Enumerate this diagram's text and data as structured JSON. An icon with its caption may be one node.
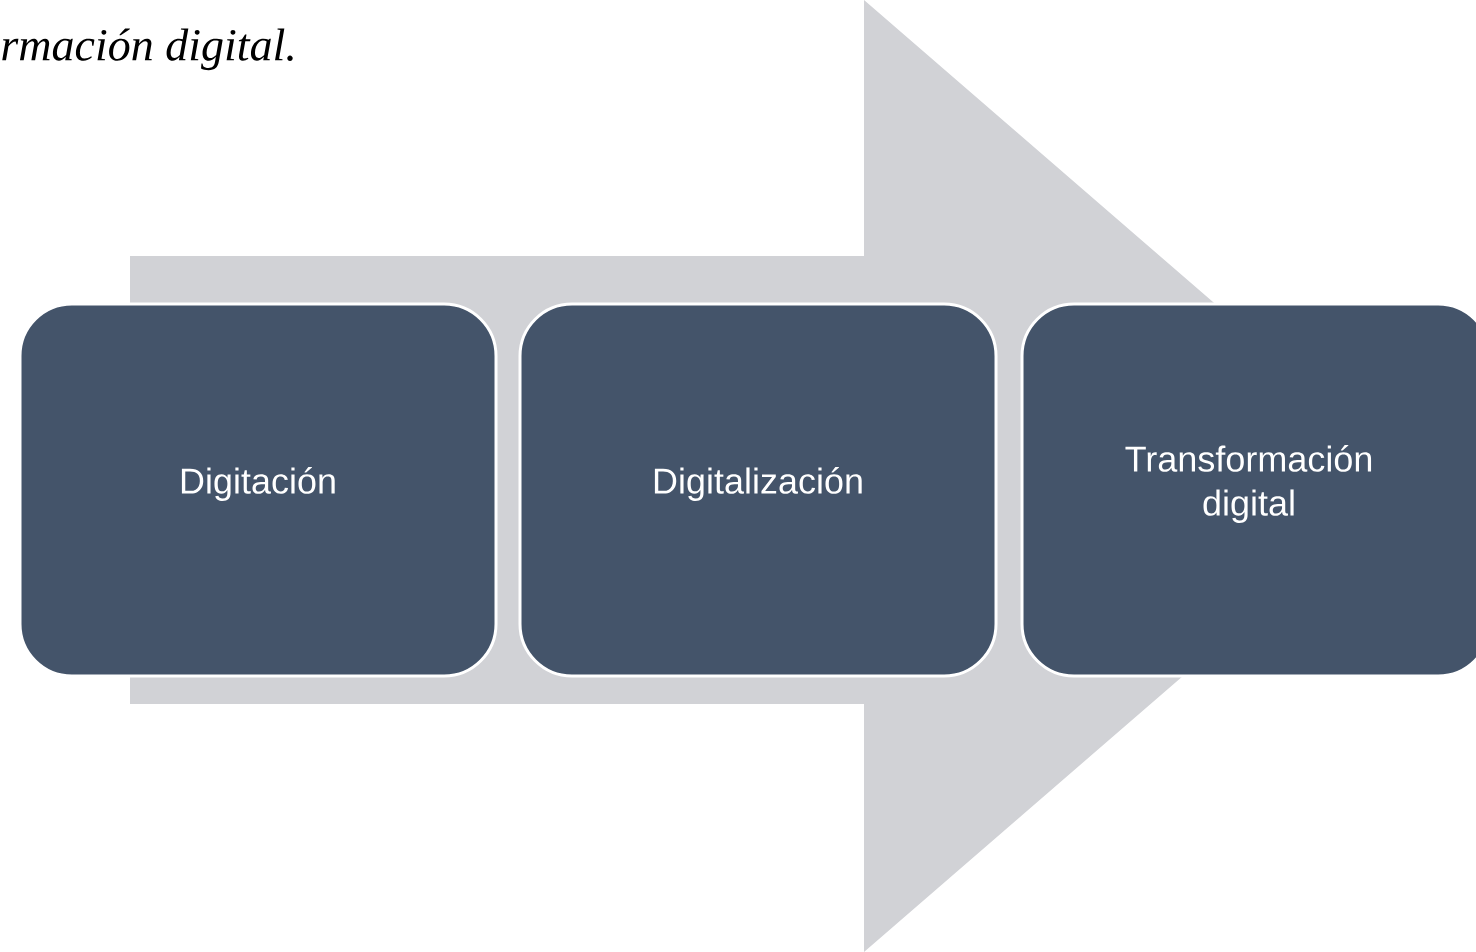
{
  "diagram": {
    "title": "rmación digital.",
    "nodes": [
      {
        "text": [
          "Digitación"
        ]
      },
      {
        "text": [
          "Digitalización"
        ]
      },
      {
        "text": [
          "Transformación digital"
        ]
      }
    ],
    "edges": [
      {
        "from": 0,
        "to": 2,
        "arrow": "to"
      }
    ]
  }
}
